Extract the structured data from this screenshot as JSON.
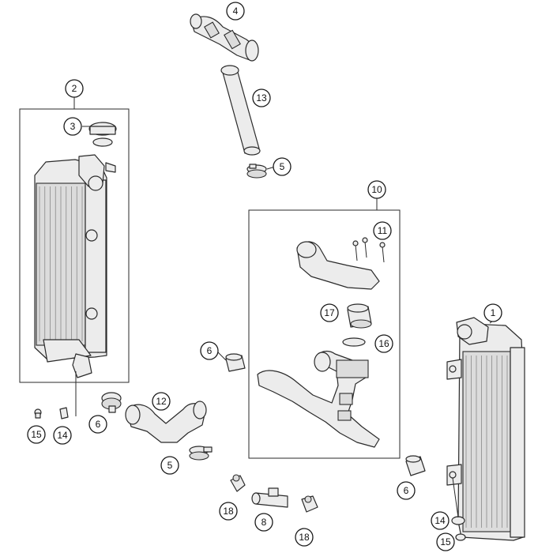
{
  "diagram": {
    "callouts": [
      {
        "id": "c1",
        "text": "1"
      },
      {
        "id": "c2",
        "text": "2"
      },
      {
        "id": "c3",
        "text": "3"
      },
      {
        "id": "c4",
        "text": "4"
      },
      {
        "id": "c5a",
        "text": "5"
      },
      {
        "id": "c5b",
        "text": "5"
      },
      {
        "id": "c6a",
        "text": "6"
      },
      {
        "id": "c6b",
        "text": "6"
      },
      {
        "id": "c6c",
        "text": "6"
      },
      {
        "id": "c8",
        "text": "8"
      },
      {
        "id": "c10",
        "text": "10"
      },
      {
        "id": "c11",
        "text": "11"
      },
      {
        "id": "c12",
        "text": "12"
      },
      {
        "id": "c13",
        "text": "13"
      },
      {
        "id": "c14a",
        "text": "14"
      },
      {
        "id": "c14b",
        "text": "14"
      },
      {
        "id": "c15a",
        "text": "15"
      },
      {
        "id": "c15b",
        "text": "15"
      },
      {
        "id": "c16",
        "text": "16"
      },
      {
        "id": "c17",
        "text": "17"
      },
      {
        "id": "c18a",
        "text": "18"
      },
      {
        "id": "c18b",
        "text": "18"
      }
    ]
  }
}
